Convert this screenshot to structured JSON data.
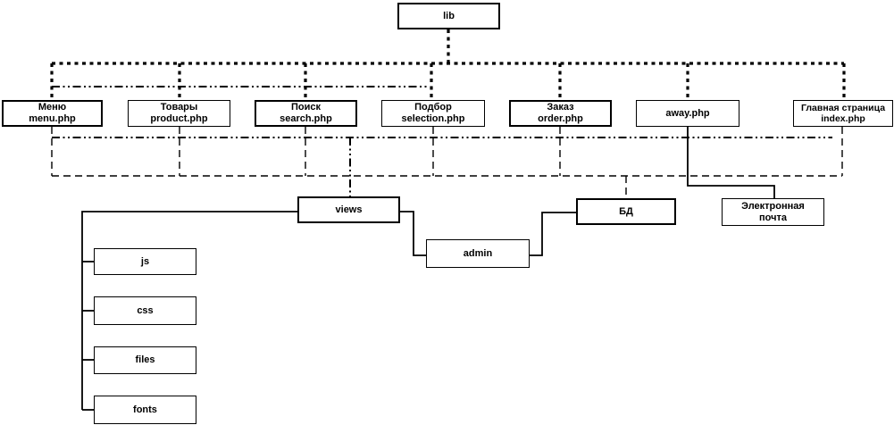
{
  "diagram": {
    "title": "Site structure diagram",
    "colors": {
      "background": "#ffffff",
      "line": "#000000",
      "box_border": "#000000",
      "box_fill": "#ffffff"
    },
    "nodes": {
      "lib": {
        "title": "lib"
      },
      "menu": {
        "title": "Меню",
        "subtitle": "menu.php"
      },
      "product": {
        "title": "Товары",
        "subtitle": "product.php"
      },
      "search": {
        "title": "Поиск",
        "subtitle": "search.php"
      },
      "selection": {
        "title": "Подбор",
        "subtitle": "selection.php"
      },
      "order": {
        "title": "Заказ",
        "subtitle": "order.php"
      },
      "away": {
        "title": "away.php"
      },
      "index": {
        "title": "Главная страница",
        "subtitle": "index.php"
      },
      "views": {
        "title": "views"
      },
      "admin": {
        "title": "admin"
      },
      "db": {
        "title": "БД"
      },
      "email": {
        "title": "Электронная",
        "subtitle": "почта"
      },
      "js": {
        "title": "js"
      },
      "css": {
        "title": "css"
      },
      "files": {
        "title": "files"
      },
      "fonts": {
        "title": "fonts"
      }
    },
    "line_styles": {
      "dotted_bold": "lib to all top-level pages",
      "dash_dot": "pages to views",
      "dashed": "pages to database",
      "solid": "direct links"
    }
  }
}
